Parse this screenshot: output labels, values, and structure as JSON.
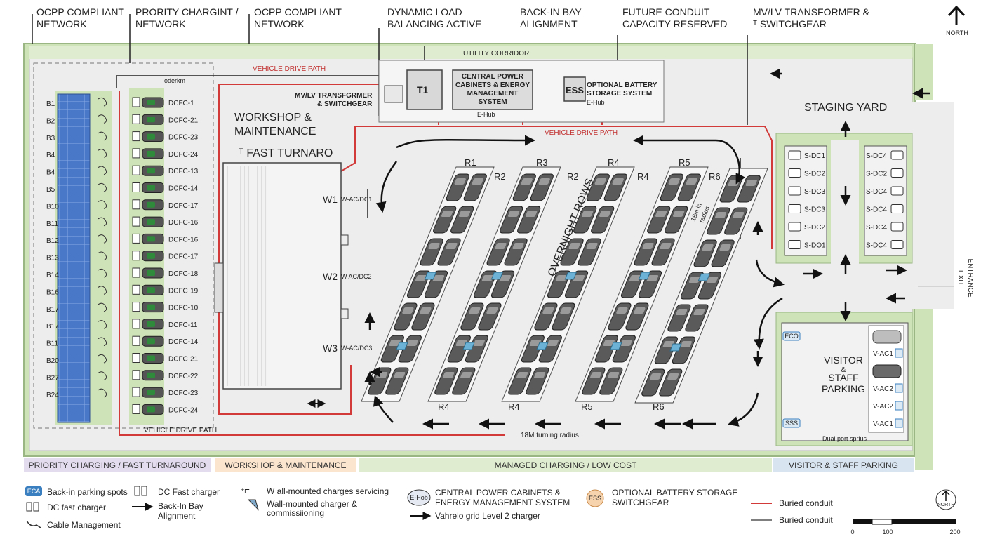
{
  "header_callouts": [
    {
      "line1": "OCPP COMPLIANT",
      "line2": "NETWORK"
    },
    {
      "line1": "PRORITY CHARGINT /",
      "line2": "NETWORK"
    },
    {
      "line1": "OCPP COMPLIANT",
      "line2": "NETWORK"
    },
    {
      "line1": "DYNAMIC LOAD",
      "line2": "BALANCING ACTIVE"
    },
    {
      "line1": "BACK-IN BAY",
      "line2": "ALIGNMENT"
    },
    {
      "line1": "FUTURE CONDUIT",
      "line2": "CAPACITY RESERVED"
    },
    {
      "line1": "MV/LV TRANSFORMER &",
      "line2": "ᵀ SWITCHGEAR"
    }
  ],
  "north": {
    "label": "NORTH"
  },
  "labels": {
    "utility_corridor": "UTILITY CORRIDOR",
    "vehicle_drive_path_top": "VEHICLE DRIVE PATH",
    "vehicle_drive_path_mid": "VEHICLE DRIVE PATH",
    "vehicle_drive_path_bottom": "VEHICLE DRIVE PATH",
    "oderkim": "oderkm",
    "workshop_l1": "WORKSHOP &",
    "workshop_l2": "MAINTENANCE",
    "fast_turnaro": "ᵀ FAST TURNARO",
    "mvlv_l1": "MV/LV TRANSFGRMER",
    "mvlv_l2": "& SWITCHGEAR",
    "t1": "T1",
    "cpc_l1": "CENTRAL POWER",
    "cpc_l2": "CABINETS & ENERGY",
    "cpc_l3": "MANAGEMENT",
    "cpc_l4": "SYSTEM",
    "ehud_1": "E-Hub",
    "ess": "ESS",
    "ess_l1": "OPTIONAL BATTERY",
    "ess_l2": "STORAGE SYSTEM",
    "ehud_2": "E-Hub",
    "staging_yard": "STAGING YARD",
    "overnight_rows": "OVERNIGHT ROWS",
    "turning_radius": "18M turning radius",
    "radius_note_l1": "18m in",
    "radius_note_l2": "radius",
    "visitor_l1": "VISITOR",
    "visitor_l2": "&",
    "visitor_l3": "STAFF",
    "visitor_l4": "PARKING",
    "dual_port": "Dual port sprius",
    "exit": "EXIT",
    "entrance": "ENTRANCE"
  },
  "bays_left": [
    "B1",
    "B2",
    "B3",
    "B4",
    "B4",
    "B5",
    "B10",
    "B11",
    "B12",
    "B13",
    "B14",
    "B16",
    "B17",
    "B17",
    "B11",
    "B20",
    "B27",
    "B24"
  ],
  "dcfc_labels": [
    "DCFC-1",
    "DCFC-21",
    "DCFC-23",
    "DCFC-24",
    "DCFC-13",
    "DCFC-14",
    "DCFC-17",
    "DCFC-16",
    "DCFC-16",
    "DCFC-17",
    "DCFC-18",
    "DCFC-19",
    "DCFC-10",
    "DCFC-11",
    "DCFC-14",
    "DCFC-21",
    "DCFC-22",
    "DCFC-23",
    "DCFC-24"
  ],
  "workshop_bays": [
    {
      "id": "W1",
      "charger": "W-AC/DC1"
    },
    {
      "id": "W2",
      "charger": "W AC/DC2"
    },
    {
      "id": "W3",
      "charger": "W-AC/DC3"
    }
  ],
  "row_labels_top": [
    "R1",
    "R2",
    "R3",
    "R2",
    "R4",
    "R4",
    "R5",
    "R6"
  ],
  "row_labels_bottom": [
    "R4",
    "R4",
    "R5",
    "R6"
  ],
  "staging_left": [
    "S-DC1",
    "S-DC2",
    "S-DC3",
    "S-DC3",
    "S-DC2",
    "S-DO1"
  ],
  "staging_right": [
    "S-DC4",
    "S-DC2",
    "S-DC4",
    "S-DC4",
    "S-DC4",
    "S-DC4"
  ],
  "visitor_labels": [
    "V-AC1",
    "V-AC2",
    "V-AC2",
    "V-AC1"
  ],
  "visitor_tags": [
    "ECO",
    "SSS"
  ],
  "zones": [
    {
      "label": "PRIORITY CHARGING / FAST TURNAROUND",
      "color": "#e3dcef"
    },
    {
      "label": "WORKSHOP & MAINTENANCE",
      "color": "#fbe5cf"
    },
    {
      "label": "MANAGED CHARGING / LOW COST",
      "color": "#dfeccf"
    },
    {
      "label": "VISITOR & STAFF PARKING",
      "color": "#d8e4f0"
    }
  ],
  "legend": {
    "back_in": "Back-in parking spots",
    "back_in_icon": "ECA",
    "dc_fast": "DC fast charger",
    "cable": "Cable Management",
    "dc_fast_2": "DC Fast charger",
    "back_in_bay_l1": "Back-In Bay",
    "back_in_bay_l2": "Alignment",
    "wall_icon": "*⊏",
    "wall_l1": "W all-mounted charges servicing",
    "wall_l2": "Wall-mounted charger &",
    "wall_l3": "commissiioning",
    "ehub_icon": "E-Hob",
    "cpc_l1": "CENTRAL POWER CABINETS &",
    "cpc_l2": "ENERGY MANAGEMENT SYSTEM",
    "level2": "Vahrelo grid Level 2 charger",
    "ess_icon": "ESS",
    "ess_l1": "OPTIONAL BATTERY STORAGE",
    "ess_l2": "SWITCHGEAR",
    "conduit_red": "Buried conduit",
    "conduit_gray": "Buried conduit",
    "north_small": "NORTH",
    "scale": [
      "0",
      "100",
      "200"
    ]
  },
  "colors": {
    "grass": "#cfe3b8",
    "pavement": "#ededed",
    "conduit": "#d23a3a",
    "solar": "#4a78c8",
    "charger_green": "#2f8a3c"
  }
}
